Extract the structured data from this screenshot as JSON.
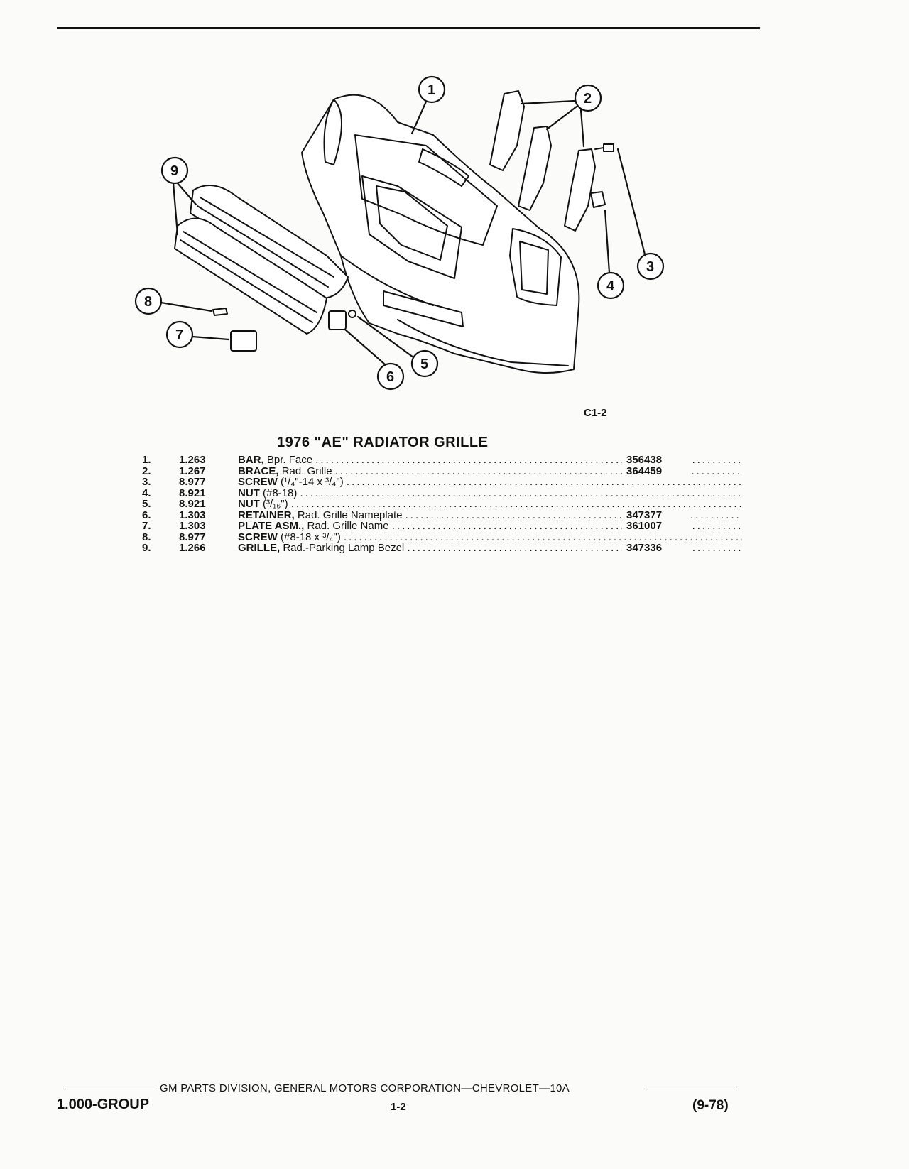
{
  "figure": {
    "code": "C1-2",
    "callouts": [
      "1",
      "2",
      "3",
      "4",
      "5",
      "6",
      "7",
      "8",
      "9"
    ]
  },
  "title": "1976 \"AE\" RADIATOR GRILLE",
  "parts": [
    {
      "num": "1.",
      "group": "1.263",
      "name": "BAR,",
      "desc": "Bpr. Face",
      "part_no": "356438"
    },
    {
      "num": "2.",
      "group": "1.267",
      "name": "BRACE,",
      "desc": "Rad. Grille",
      "part_no": "364459"
    },
    {
      "num": "3.",
      "group": "8.977",
      "name": "SCREW",
      "desc": "(¹/₄\"-14 x ³/₄\")",
      "part_no": ""
    },
    {
      "num": "4.",
      "group": "8.921",
      "name": "NUT",
      "desc": "(#8-18)",
      "part_no": ""
    },
    {
      "num": "5.",
      "group": "8.921",
      "name": "NUT",
      "desc": "(³/₁₆\")",
      "part_no": ""
    },
    {
      "num": "6.",
      "group": "1.303",
      "name": "RETAINER,",
      "desc": "Rad. Grille Nameplate",
      "part_no": "347377"
    },
    {
      "num": "7.",
      "group": "1.303",
      "name": "PLATE ASM.,",
      "desc": "Rad. Grille Name",
      "part_no": "361007"
    },
    {
      "num": "8.",
      "group": "8.977",
      "name": "SCREW",
      "desc": "(#8-18 x ³/₄\")",
      "part_no": ""
    },
    {
      "num": "9.",
      "group": "1.266",
      "name": "GRILLE,",
      "desc": "Rad.-Parking Lamp Bezel",
      "part_no": "347336"
    }
  ],
  "footer": {
    "publisher": "GM PARTS DIVISION, GENERAL MOTORS CORPORATION—CHEVROLET—10A",
    "group": "1.000-GROUP",
    "page": "1-2",
    "date": "(9-78)"
  }
}
